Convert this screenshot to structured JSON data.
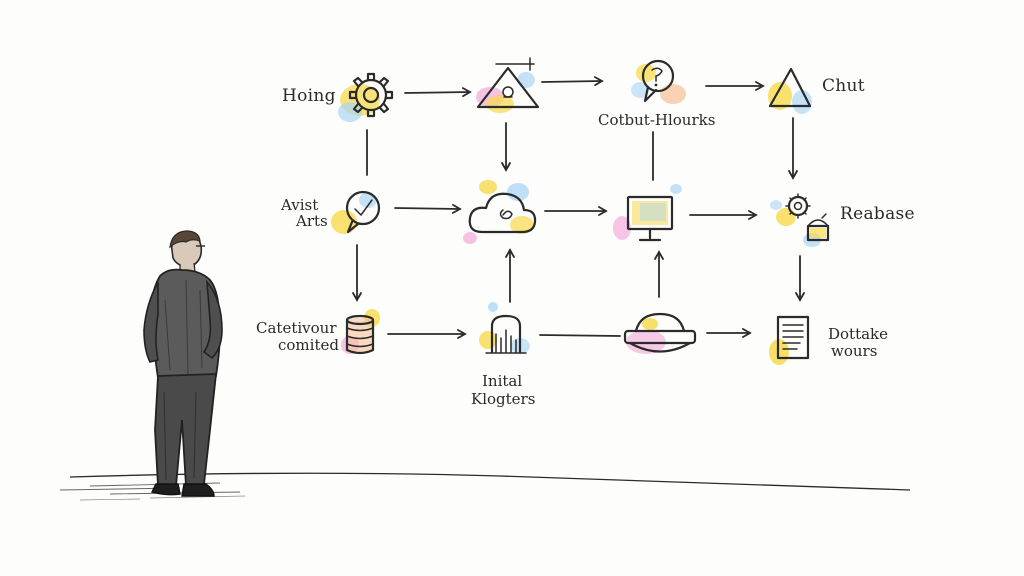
{
  "colors": {
    "ink": "#2b2b2b",
    "yellow_wash": "#f7d94c",
    "blue_wash": "#a9d4f5",
    "pink_wash": "#f2a8d8",
    "peach_wash": "#f6c39a",
    "suit": "#5a5a5a"
  },
  "nodes": {
    "hoing": {
      "label": "Hoing",
      "icon": "gear-icon"
    },
    "triangle_top": {
      "label": "",
      "icon": "triangle-warning-icon"
    },
    "cotbut": {
      "label": "Cotbut-Hlourks",
      "icon": "chat-bubble-icon"
    },
    "chut": {
      "label": "Chut",
      "icon": "triangle-icon"
    },
    "avist": {
      "line1": "Avist",
      "line2": "Arts",
      "icon": "check-chat-icon"
    },
    "cloud": {
      "label": "",
      "icon": "cloud-icon"
    },
    "monitor": {
      "label": "",
      "icon": "monitor-icon"
    },
    "reabase": {
      "label": "Reabase",
      "icon": "gear-box-icon"
    },
    "catetivour": {
      "line1": "Catetivour",
      "line2": "comited",
      "icon": "database-icon"
    },
    "initial": {
      "line1": "Inital",
      "line2": "Klogters",
      "icon": "chart-jar-icon"
    },
    "tray": {
      "label": "",
      "icon": "tray-icon"
    },
    "dottake": {
      "line1": "Dottake",
      "line2": "wours",
      "icon": "document-icon"
    }
  },
  "figure": {
    "icon": "businessman-figure"
  }
}
